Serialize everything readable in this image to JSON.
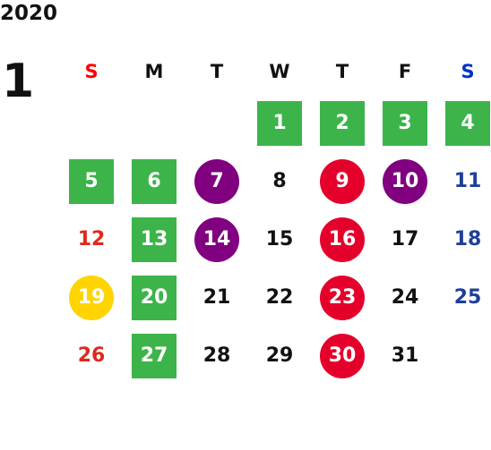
{
  "year": "2020",
  "month": "1",
  "colors": {
    "green": "#3cb44a",
    "purple": "#800080",
    "red_circle": "#e4002b",
    "yellow": "#ffd400",
    "sunday_text": "#e0281e",
    "saturday_text": "#1f3f99",
    "sunday_head": "#ff0000",
    "saturday_head": "#0033cc",
    "default_text": "#111111"
  },
  "weekdays": [
    {
      "label": "S",
      "color": "#ff0000"
    },
    {
      "label": "M",
      "color": "#111111"
    },
    {
      "label": "T",
      "color": "#111111"
    },
    {
      "label": "W",
      "color": "#111111"
    },
    {
      "label": "T",
      "color": "#111111"
    },
    {
      "label": "F",
      "color": "#111111"
    },
    {
      "label": "S",
      "color": "#0033cc"
    }
  ],
  "weeks": [
    [
      null,
      null,
      null,
      {
        "day": "1",
        "style": "green-square"
      },
      {
        "day": "2",
        "style": "green-square"
      },
      {
        "day": "3",
        "style": "green-square"
      },
      {
        "day": "4",
        "style": "green-square"
      }
    ],
    [
      {
        "day": "5",
        "style": "green-square"
      },
      {
        "day": "6",
        "style": "green-square"
      },
      {
        "day": "7",
        "style": "purple-circle"
      },
      {
        "day": "8",
        "style": "plain"
      },
      {
        "day": "9",
        "style": "red-circle"
      },
      {
        "day": "10",
        "style": "purple-circle"
      },
      {
        "day": "11",
        "style": "saturday"
      }
    ],
    [
      {
        "day": "12",
        "style": "sunday"
      },
      {
        "day": "13",
        "style": "green-square"
      },
      {
        "day": "14",
        "style": "purple-circle"
      },
      {
        "day": "15",
        "style": "plain"
      },
      {
        "day": "16",
        "style": "red-circle"
      },
      {
        "day": "17",
        "style": "plain"
      },
      {
        "day": "18",
        "style": "saturday"
      }
    ],
    [
      {
        "day": "19",
        "style": "yellow-circle"
      },
      {
        "day": "20",
        "style": "green-square"
      },
      {
        "day": "21",
        "style": "plain"
      },
      {
        "day": "22",
        "style": "plain"
      },
      {
        "day": "23",
        "style": "red-circle"
      },
      {
        "day": "24",
        "style": "plain"
      },
      {
        "day": "25",
        "style": "saturday"
      }
    ],
    [
      {
        "day": "26",
        "style": "sunday"
      },
      {
        "day": "27",
        "style": "green-square"
      },
      {
        "day": "28",
        "style": "plain"
      },
      {
        "day": "29",
        "style": "plain"
      },
      {
        "day": "30",
        "style": "red-circle"
      },
      {
        "day": "31",
        "style": "plain"
      },
      null
    ]
  ]
}
